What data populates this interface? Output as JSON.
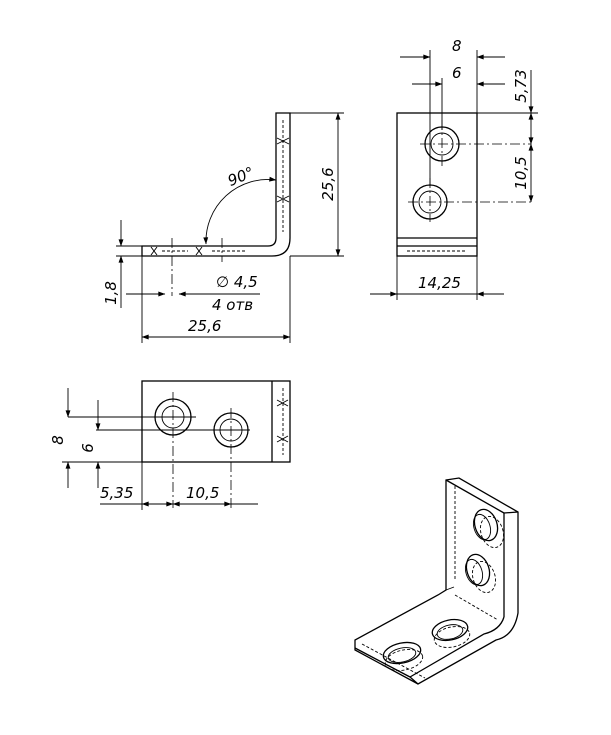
{
  "drawing": {
    "front_view": {
      "height": "25,6",
      "width": "25,6",
      "thickness": "1,8",
      "angle": "90°",
      "hole_diameter": "∅ 4,5",
      "hole_count": "4 отв"
    },
    "side_view": {
      "offset_outer": "8",
      "offset_inner": "6",
      "top_offset": "5,73",
      "hole_spacing": "10,5",
      "width": "14,25"
    },
    "top_view": {
      "offset_outer": "8",
      "offset_inner": "6",
      "edge_offset": "5,35",
      "hole_spacing": "10,5"
    }
  }
}
